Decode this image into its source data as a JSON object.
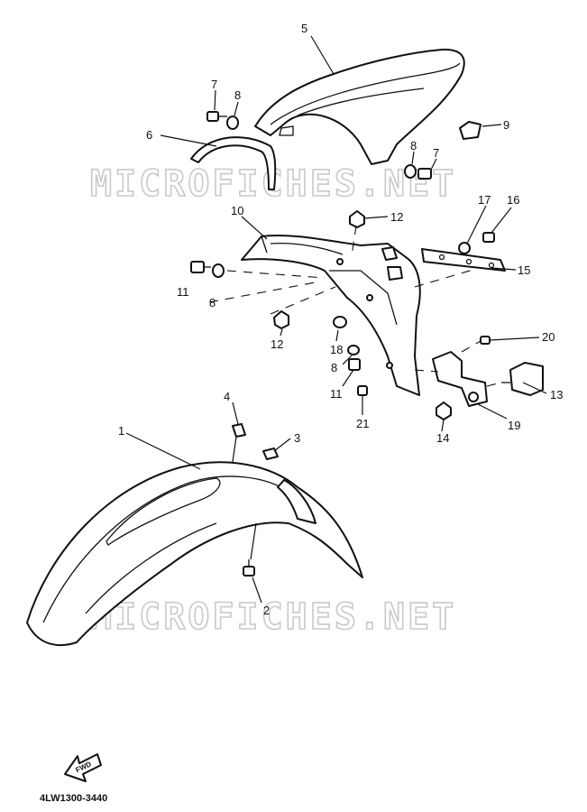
{
  "watermark": "MICROFICHES.NET",
  "diagram_code": "4LW1300-3440",
  "forward_label": "FWD",
  "callouts": [
    "1",
    "2",
    "3",
    "4",
    "5",
    "6",
    "7",
    "8",
    "9",
    "10",
    "11",
    "12",
    "13",
    "14",
    "15",
    "16",
    "17",
    "18",
    "19",
    "20",
    "21"
  ],
  "colors": {
    "ink": "#111111",
    "watermark": "#c9c9c9",
    "paper": "#ffffff"
  }
}
